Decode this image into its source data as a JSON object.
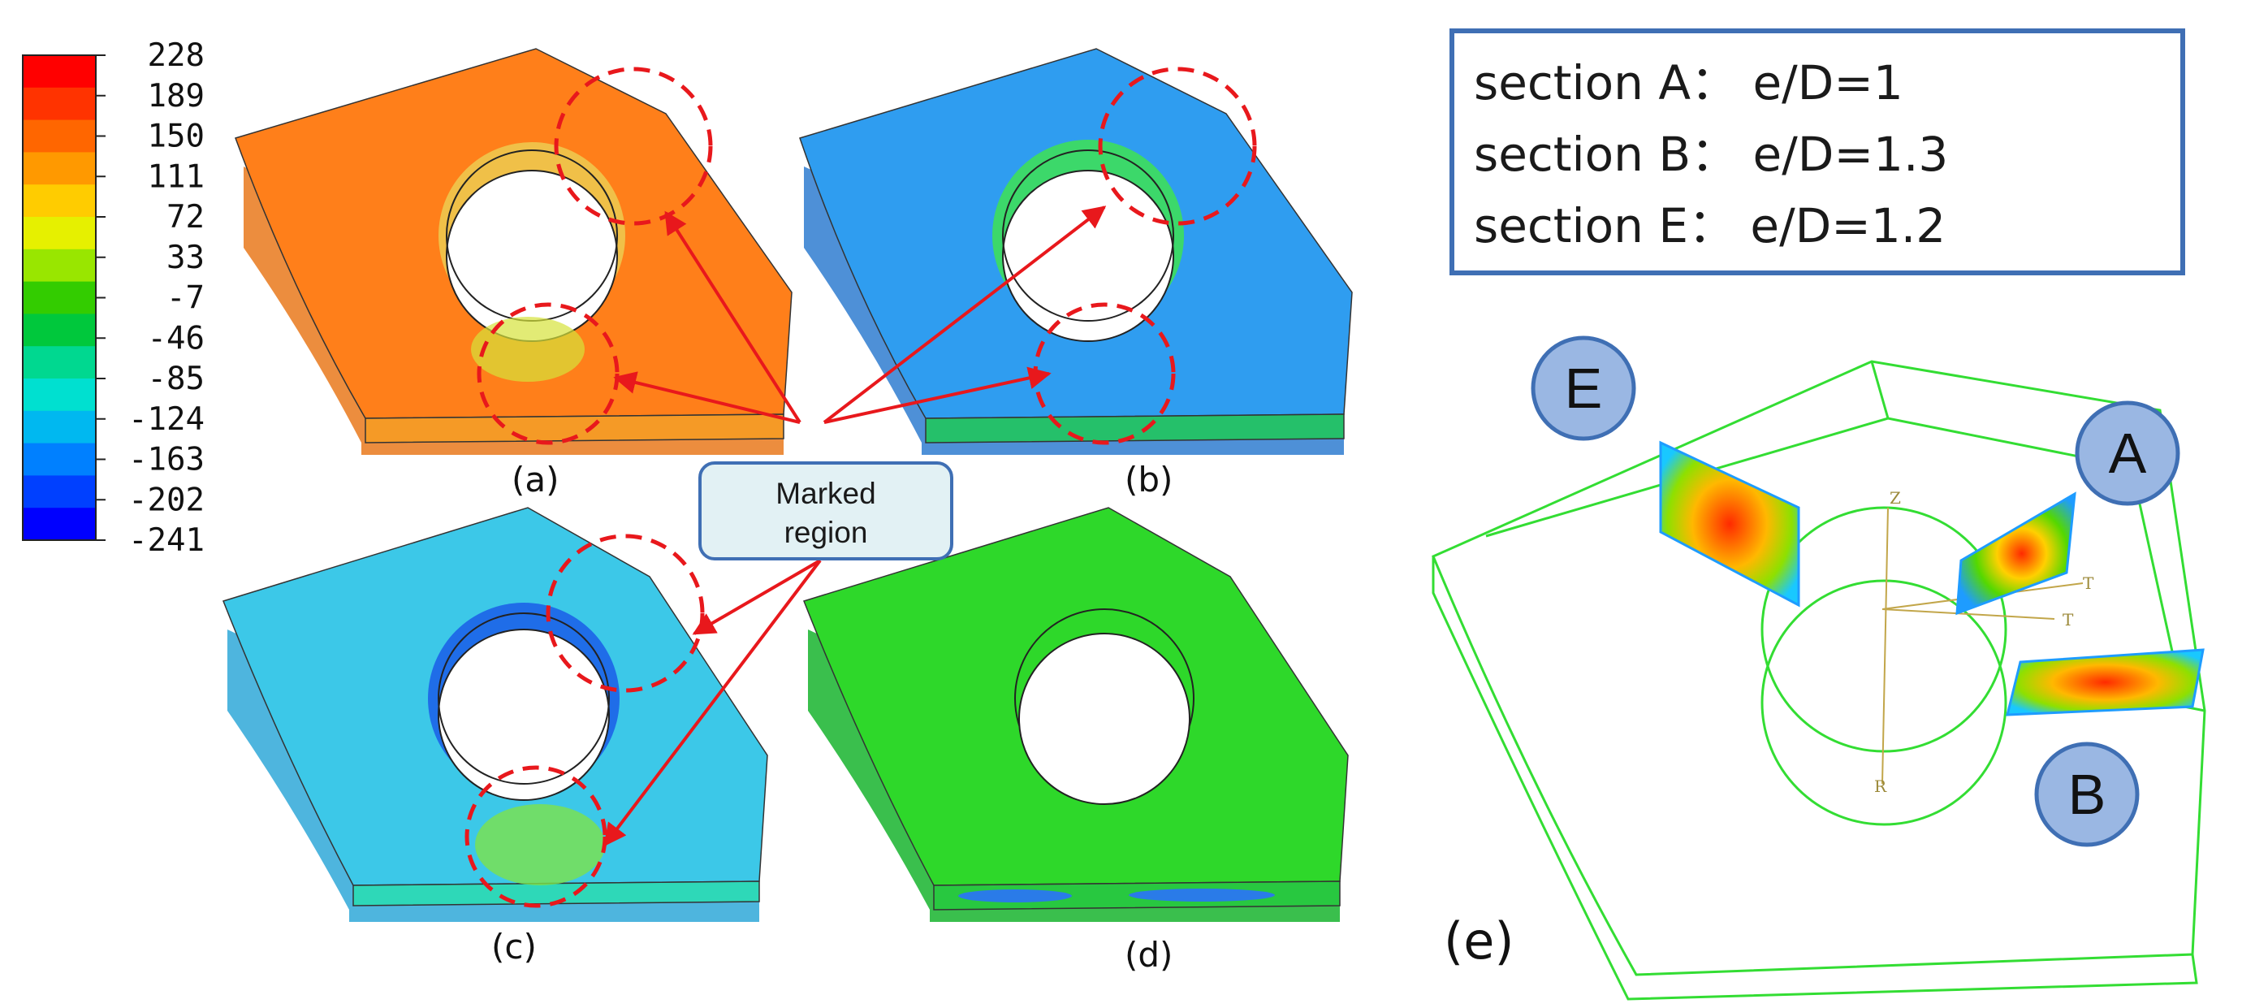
{
  "legend": {
    "colors": [
      "#ff0000",
      "#ff3300",
      "#ff6600",
      "#ff9900",
      "#ffcc00",
      "#e6f000",
      "#99e600",
      "#33cc00",
      "#00c83c",
      "#00d890",
      "#00e0d0",
      "#00b8f0",
      "#0080ff",
      "#0040ff",
      "#0000ff"
    ],
    "ticks": [
      "228",
      "189",
      "150",
      "111",
      "72",
      "33",
      "-7",
      "-46",
      "-85",
      "-124",
      "-163",
      "-202",
      "-241"
    ]
  },
  "panels": {
    "a": {
      "label": "(a)",
      "color": "#ff7f1a"
    },
    "b": {
      "label": "(b)",
      "color": "#2f9df0"
    },
    "c": {
      "label": "(c)",
      "color": "#3cc8e8"
    },
    "d": {
      "label": "(d)",
      "color": "#2ed82a"
    },
    "e": {
      "label": "(e)"
    }
  },
  "callout": {
    "line1": "Marked",
    "line2": "region"
  },
  "sections_box": {
    "lines": [
      "section A：  e/D=1",
      "section B：  e/D=1.3",
      "section E：  e/D=1.2"
    ]
  },
  "section_markers": {
    "E": "E",
    "A": "A",
    "B": "B"
  },
  "axes": {
    "z": "Z",
    "r": "R",
    "t": "T"
  },
  "colors": {
    "callout_arrow": "#e8181c",
    "section_box_border": "#3f6fb4",
    "marker_fill": "#9ab7e3",
    "wireframe": "#33dd33"
  }
}
